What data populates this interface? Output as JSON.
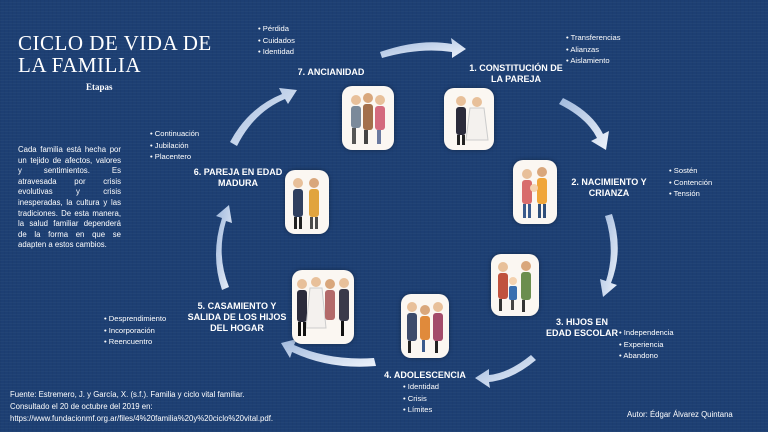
{
  "title": "CICLO DE VIDA DE LA FAMILIA",
  "subtitle": "Etapas",
  "intro_text": "Cada familia está hecha por un tejido de afectos, valores y sentimientos. Es atravesada por crisis evolutivas y crisis inesperadas, la cultura y las tradiciones. De esta manera, la salud familiar dependerá de la forma en que se adapten a estos cambios.",
  "stages": [
    {
      "title": "1. CONSTITUCIÓN DE LA PAREJA",
      "bullets": [
        "Transferencias",
        "Alianzas",
        "Aislamiento"
      ]
    },
    {
      "title": "2. NACIMIENTO Y CRIANZA",
      "bullets": [
        "Sostén",
        "Contención",
        "Tensión"
      ]
    },
    {
      "title": "3. HIJOS EN EDAD ESCOLAR",
      "bullets": [
        "Independencia",
        "Experiencia",
        "Abandono"
      ]
    },
    {
      "title": "4. ADOLESCENCIA",
      "bullets": [
        "Identidad",
        "Crisis",
        "Límites"
      ]
    },
    {
      "title": "5. CASAMIENTO Y SALIDA DE LOS HIJOS DEL HOGAR",
      "bullets": [
        "Desprendimiento",
        "Incorporación",
        "Reencuentro"
      ]
    },
    {
      "title": "6. PAREJA EN EDAD MADURA",
      "bullets": [
        "Continuación",
        "Jubilación",
        "Placentero"
      ]
    },
    {
      "title": "7. ANCIANIDAD",
      "bullets": [
        "Pérdida",
        "Cuidados",
        "Identidad"
      ]
    }
  ],
  "source": {
    "line1": "Fuente: Estremero, J. y García, X. (s.f.). Familia y ciclo vital familiar.",
    "line2": "Consultado el 20 de octubre del 2019 en:",
    "line3": "https://www.fundacionmf.org.ar/files/4%20familia%20y%20ciclo%20vital.pdf."
  },
  "author": "Autor: Édgar Álvarez Quintana",
  "colors": {
    "background": "#1d3f73",
    "arrow": "#dbe6f6",
    "card": "#fbf7f2"
  }
}
